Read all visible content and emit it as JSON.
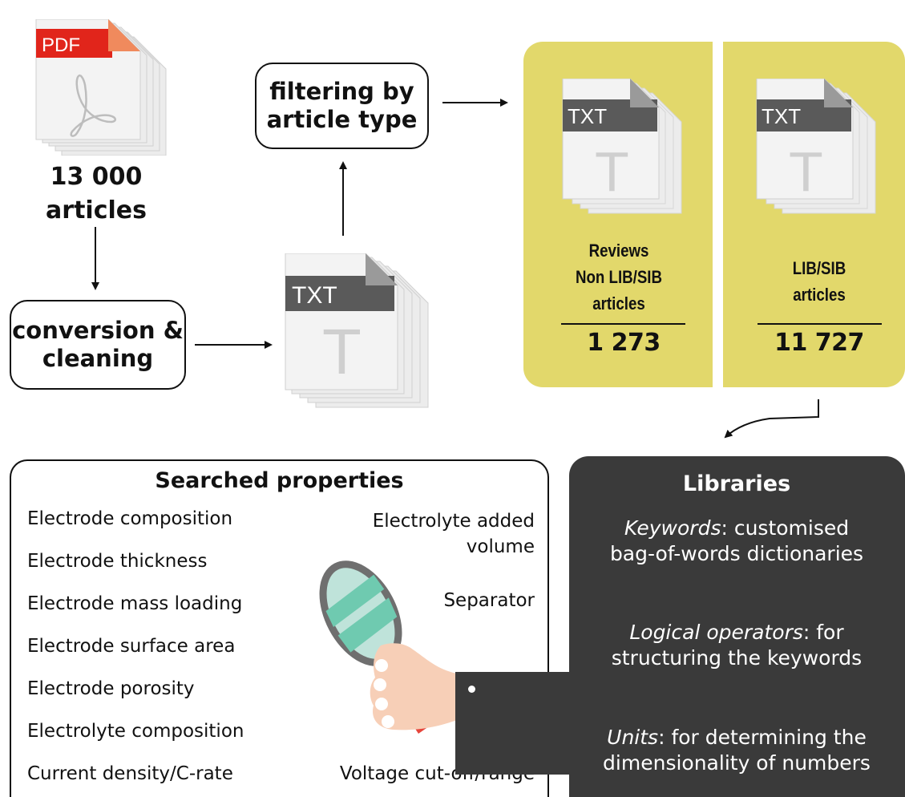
{
  "source": {
    "pdf_label": "PDF",
    "count_line1": "13 000",
    "count_line2": "articles"
  },
  "steps": {
    "conversion_line1": "conversion &",
    "conversion_line2": "cleaning",
    "filtering_line1": "filtering by",
    "filtering_line2": "article type"
  },
  "txt_label": "TXT",
  "txt_glyph": "T",
  "groups": {
    "left": {
      "line1": "Reviews",
      "line2": "Non LIB/SIB",
      "line3": "articles",
      "count": "1 273"
    },
    "right": {
      "line1": "LIB/SIB",
      "line2": "articles",
      "count": "11 727"
    }
  },
  "properties": {
    "title": "Searched properties",
    "left_items": [
      "Electrode composition",
      "Electrode thickness",
      "Electrode mass loading",
      "Electrode surface area",
      "Electrode porosity",
      "Electrolyte composition",
      "Current density/C-rate"
    ],
    "right_items": {
      "added_line1": "Electrolyte added",
      "added_line2": "volume",
      "separator": "Separator",
      "voltage": "Voltage cut-off/range"
    }
  },
  "libraries": {
    "title": "Libraries",
    "keywords_term": "Keywords",
    "keywords_rest": ": customised",
    "keywords_line2": "bag-of-words dictionaries",
    "logical_term": "Logical operators",
    "logical_rest": ": for",
    "logical_line2": "structuring the keywords",
    "units_term": "Units",
    "units_rest": ": for determining the",
    "units_line2": "dimensionality of numbers"
  },
  "colors": {
    "yellow": "#e2d86b",
    "dark_panel": "#3a3a3a",
    "pdf_red": "#e1251b",
    "txt_bar": "#5a5a5a"
  },
  "icons": [
    "pdf-file-stack-icon",
    "txt-file-stack-icon",
    "magnifying-glass-icon",
    "hand-icon"
  ]
}
